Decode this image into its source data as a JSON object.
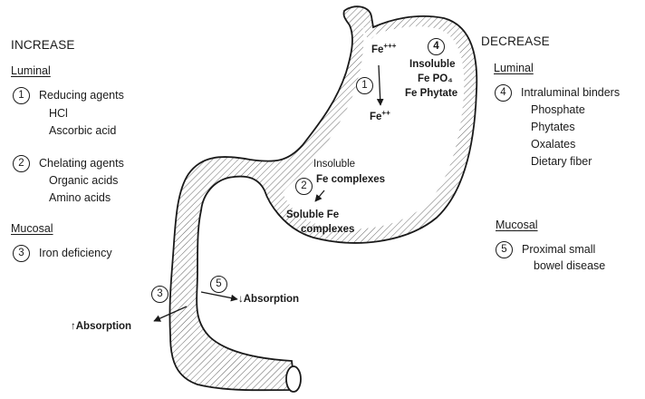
{
  "increase": {
    "heading": "INCREASE",
    "luminal_label": "Luminal",
    "reducing": {
      "num": "1",
      "label": "Reducing agents",
      "items": [
        "HCl",
        "Ascorbic acid"
      ]
    },
    "chelating": {
      "num": "2",
      "label": "Chelating agents",
      "items": [
        "Organic acids",
        "Amino acids"
      ]
    },
    "mucosal_label": "Mucosal",
    "iron_def": {
      "num": "3",
      "label": "Iron deficiency"
    }
  },
  "decrease": {
    "heading": "DECREASE",
    "luminal_label": "Luminal",
    "binders": {
      "num": "4",
      "label": "Intraluminal binders",
      "items": [
        "Phosphate",
        "Phytates",
        "Oxalates",
        "Dietary fiber"
      ]
    },
    "mucosal_label": "Mucosal",
    "bowel": {
      "num": "5",
      "label_line1": "Proximal small",
      "label_line2": "bowel disease"
    }
  },
  "stomach": {
    "fe3_base": "Fe",
    "fe3_sup": "+++",
    "fe2_base": "Fe",
    "fe2_sup": "++",
    "reduction_num": "1",
    "insoluble_num": "4",
    "insoluble_lines": [
      "Insoluble",
      "Fe PO₄",
      "Fe Phytate"
    ],
    "complex_num": "2",
    "complex_top": [
      "Insoluble",
      "Fe complexes"
    ],
    "complex_bottom": [
      "Soluble Fe",
      "complexes"
    ]
  },
  "duodenum": {
    "increase_num": "3",
    "decrease_num": "5",
    "increase_text": "Absorption",
    "decrease_text": "Absorption",
    "up_arrow": "↑",
    "down_arrow": "↓"
  }
}
